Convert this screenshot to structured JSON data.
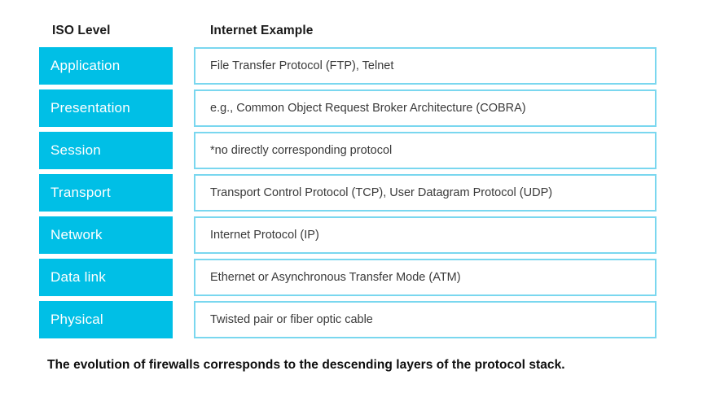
{
  "title": "OSI / ISO protocol stack table",
  "colors": {
    "level_block_fill": "#00bfe6",
    "level_label_text": "#ffffff",
    "example_box_border": "#7ad7ef",
    "example_box_fill": "#ffffff",
    "example_text": "#3a3a3a",
    "header_text": "#1a1a1a",
    "caption_text": "#0d0d0d",
    "page_background": "#ffffff"
  },
  "headers": {
    "iso_level": "ISO Level",
    "internet_example": "Internet Example"
  },
  "rows": [
    {
      "level": "Application",
      "example": "File Transfer Protocol (FTP), Telnet"
    },
    {
      "level": "Presentation",
      "example": "e.g., Common Object Request Broker Architecture (COBRA)"
    },
    {
      "level": "Session",
      "example": "*no directly corresponding protocol"
    },
    {
      "level": "Transport",
      "example": "Transport Control Protocol (TCP), User Datagram Protocol (UDP)"
    },
    {
      "level": "Network",
      "example": "Internet Protocol (IP)"
    },
    {
      "level": "Data link",
      "example": "Ethernet or Asynchronous Transfer Mode (ATM)"
    },
    {
      "level": "Physical",
      "example": "Twisted pair or fiber optic cable"
    }
  ],
  "caption": "The evolution of firewalls corresponds to the descending layers of the protocol stack."
}
